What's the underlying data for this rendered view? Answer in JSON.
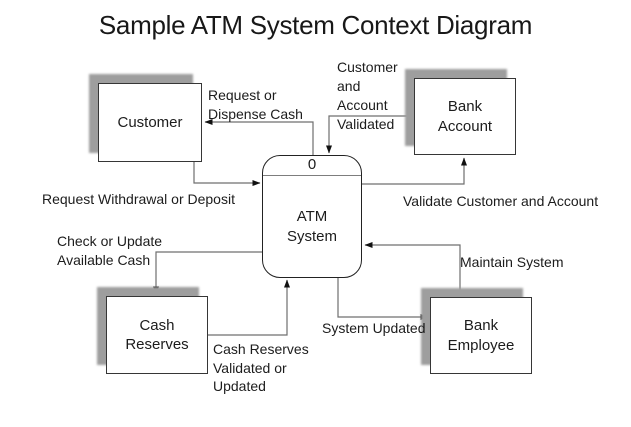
{
  "title": "Sample ATM System Context Diagram",
  "process": {
    "number": "0",
    "label": "ATM\nSystem"
  },
  "entities": {
    "customer": {
      "label": "Customer"
    },
    "bank_account": {
      "label": "Bank\nAccount"
    },
    "cash_reserves": {
      "label": "Cash\nReserves"
    },
    "bank_employee": {
      "label": "Bank\nEmployee"
    }
  },
  "flows": {
    "request_or_dispense_cash": {
      "label": "Request or\nDispense Cash",
      "from": "ATM System",
      "to": "Customer"
    },
    "customer_and_account_validated": {
      "label": "Customer\nand\nAccount\nValidated",
      "from": "Bank Account",
      "to": "ATM System"
    },
    "request_withdrawal_or_deposit": {
      "label": "Request Withdrawal or Deposit",
      "from": "Customer",
      "to": "ATM System"
    },
    "validate_customer_and_account": {
      "label": "Validate Customer and Account",
      "from": "ATM System",
      "to": "Bank Account"
    },
    "check_or_update_available_cash": {
      "label": "Check or Update\nAvailable Cash",
      "from": "ATM System",
      "to": "Cash Reserves"
    },
    "maintain_system": {
      "label": "Maintain System",
      "from": "Bank Employee",
      "to": "ATM System"
    },
    "cash_reserves_validated_or_updated": {
      "label": "Cash Reserves\nValidated or\nUpdated",
      "from": "Cash Reserves",
      "to": "ATM System"
    },
    "system_updated": {
      "label": "System Updated",
      "from": "ATM System",
      "to": "Bank Employee"
    }
  },
  "colors": {
    "background": "#ffffff",
    "text": "#1c1c1c",
    "box_border": "#363636",
    "box_fill": "#ffffff",
    "shadow": "#9e9e9e",
    "connector": "#6f6f6f",
    "arrowhead": "#111111"
  }
}
